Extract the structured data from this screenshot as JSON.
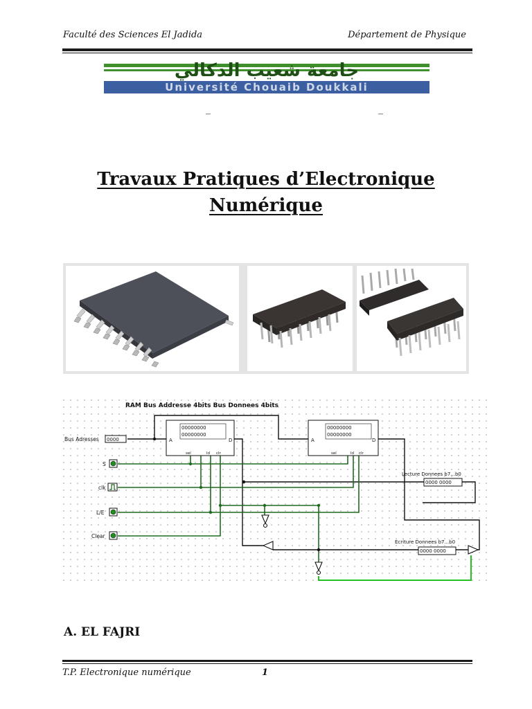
{
  "header": {
    "left": "Faculté des Sciences El Jadida",
    "right": "Département de Physique"
  },
  "logo": {
    "arabic_text": "جامعة شعيب الدكالي",
    "latin_text": "Université Chouaib Doukkali"
  },
  "dashes": [
    "_",
    "_"
  ],
  "title": {
    "line1": "Travaux Pratiques d’Electronique",
    "line2": "Numérique"
  },
  "circuit": {
    "title": "RAM Bus Addresse 4bits Bus Donnees 4bits",
    "labels": {
      "bus_addresses": "Bus Adresses",
      "s": "S",
      "clk": "clk",
      "le": "L/E",
      "clear": "Clear",
      "lecture": "Lecture Donnees b7...b0",
      "ecriture": "Ecriture Donnees b7...b0",
      "ram_a": "A",
      "ram_d": "D",
      "pin_sel": "sel",
      "pin_ld": "ld",
      "pin_clr": "clr",
      "ram_bits": "00000000"
    }
  },
  "author": "A. EL FAJRI",
  "footer": {
    "left": "T.P. Electronique numérique",
    "page": "1"
  }
}
